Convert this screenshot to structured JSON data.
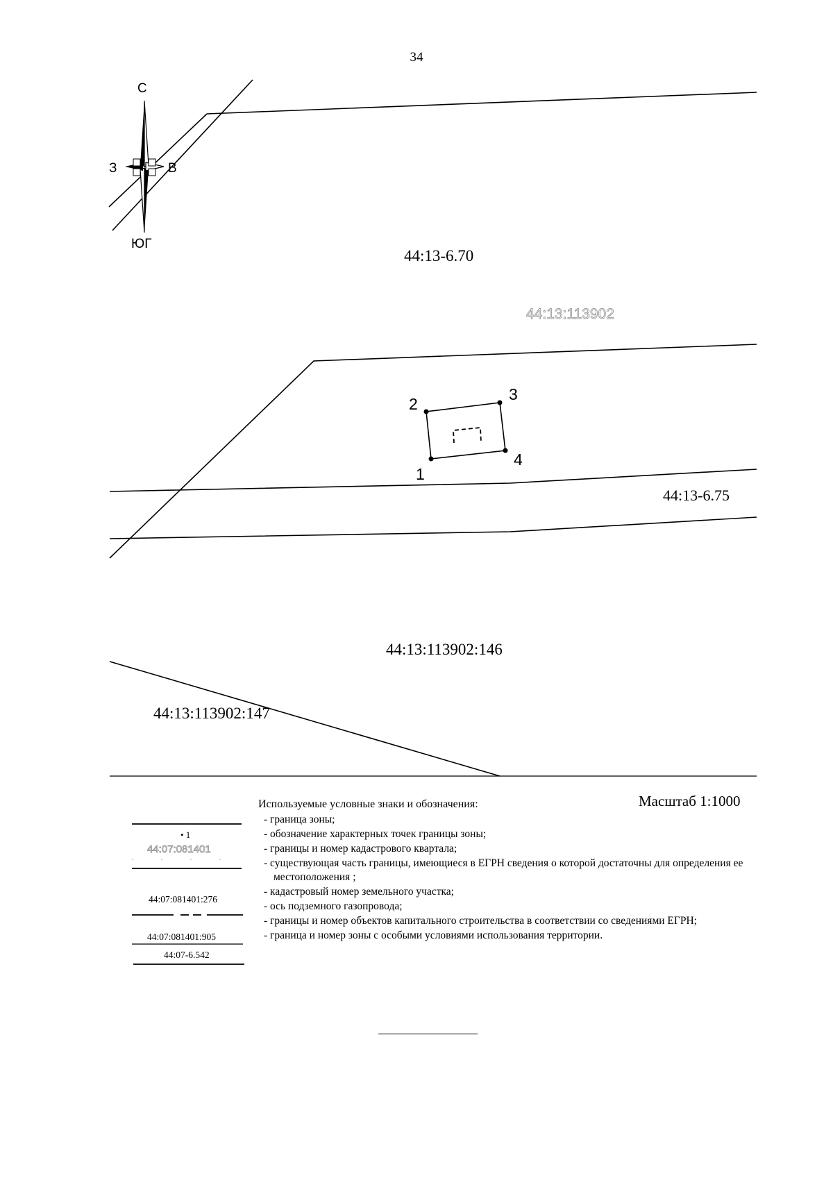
{
  "page_number": "34",
  "compass": {
    "north": "С",
    "south": "ЮГ",
    "west": "З",
    "east": "В"
  },
  "map_labels": {
    "zone_top": "44:13-6.70",
    "quarter": "44:13:113902",
    "zone_mid": "44:13-6.75",
    "parcel_146": "44:13:113902:146",
    "parcel_147": "44:13:113902:147"
  },
  "points": [
    "1",
    "2",
    "3",
    "4"
  ],
  "legend": {
    "title": "Используемые условные знаки и обозначения:",
    "scale": "Масштаб 1:1000",
    "samples": {
      "point_label": "• 1",
      "quarter_number": "44:07:081401",
      "parcel_number": "44:07:081401:276",
      "building_number": "44:07:081401:905",
      "zone_number": "44:07-6.542"
    },
    "items": [
      "- граница зоны;",
      "- обозначение характерных точек границы зоны;",
      "- границы и номер кадастрового квартала;",
      "- существующая часть границы, имеющиеся в ЕГРН сведения о которой достаточны для определения ее местоположения ;",
      "- кадастровый номер земельного участка;",
      "- ось подземного газопровода;",
      "- границы и номер объектов капитального строительства в соответствии со сведениями ЕГРН;",
      "- граница и номер зоны с особыми условиями использования территории."
    ]
  }
}
